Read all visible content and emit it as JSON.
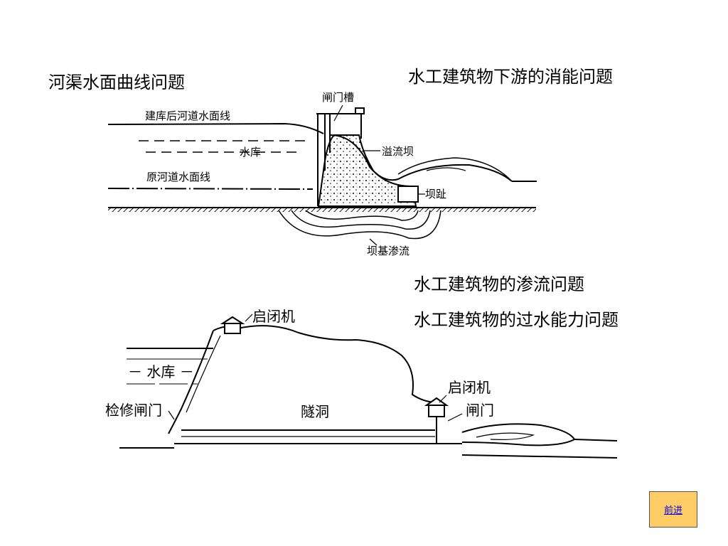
{
  "headings": {
    "channel_surface": "河渠水面曲线问题",
    "energy_dissipation": "水工建筑物下游的消能问题",
    "seepage": "水工建筑物的渗流问题",
    "discharge_capacity": "水工建筑物的过水能力问题"
  },
  "dam_diagram": {
    "gate_slot": "闸门槽",
    "new_water_line": "建库后河道水面线",
    "reservoir": "水库",
    "overflow_dam": "溢流坝",
    "original_water_line": "原河道水面线",
    "dam_toe": "坝趾",
    "foundation_seepage": "坝基渗流"
  },
  "tunnel_diagram": {
    "hoist_top": "启闭机",
    "reservoir": "－ 水库 －",
    "maintenance_gate": "检修闸门",
    "tunnel": "隧洞",
    "hoist_outlet": "启闭机",
    "gate": "闸门"
  },
  "nav": {
    "next": "前进"
  }
}
